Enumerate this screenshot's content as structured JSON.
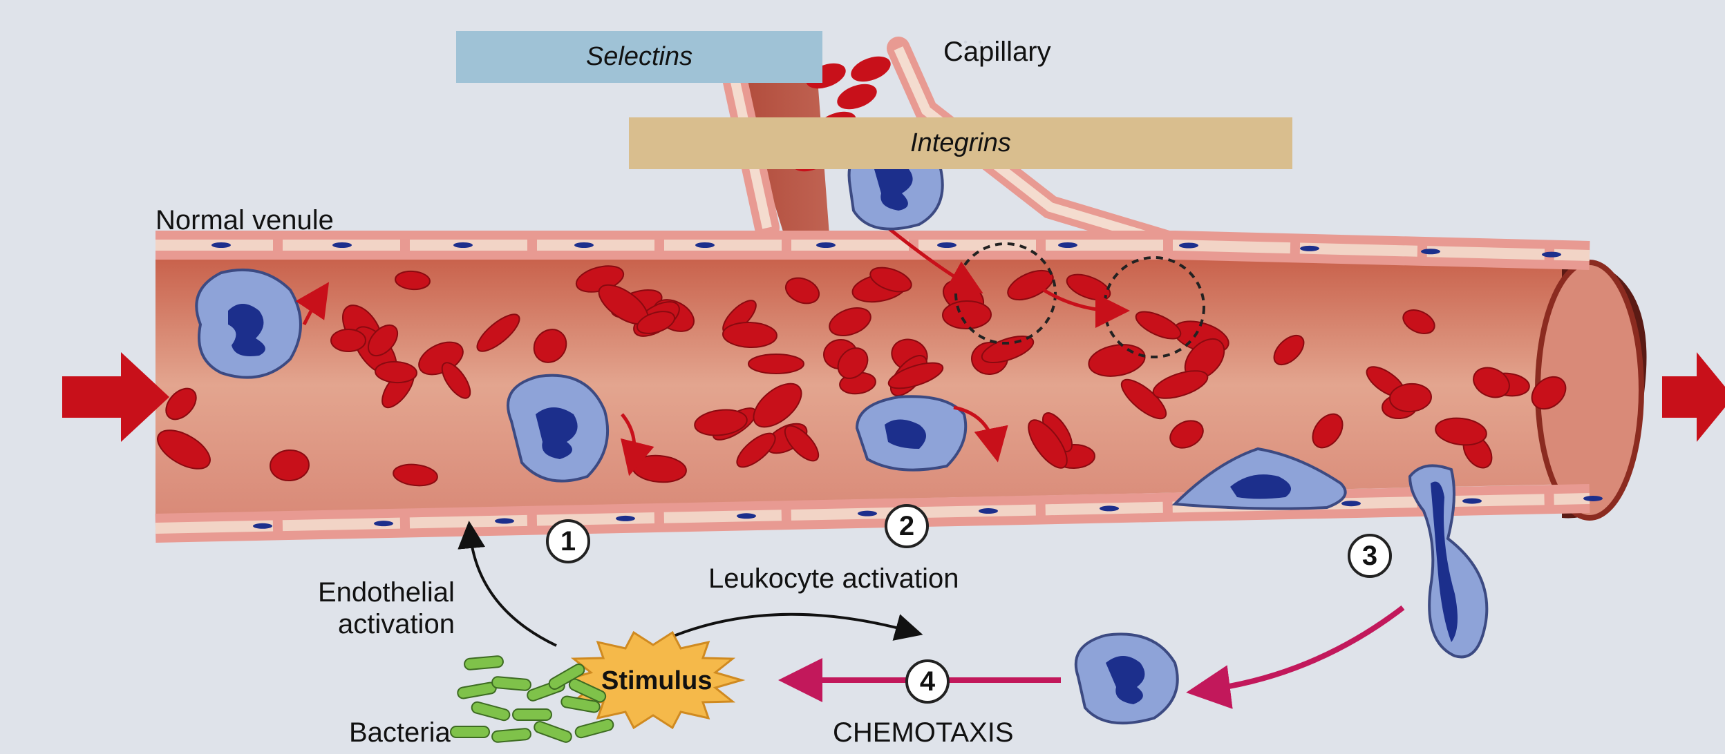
{
  "labels": {
    "selectins": "Selectins",
    "capillary": "Capillary",
    "integrins": "Integrins",
    "normal_venule": "Normal venule",
    "endothelial_activation": [
      "Endothelial",
      "activation"
    ],
    "leukocyte_activation": "Leukocyte activation",
    "stimulus": "Stimulus",
    "bacteria": "Bacteria",
    "chemotaxis": "CHEMOTAXIS"
  },
  "steps": [
    "1",
    "2",
    "3",
    "4"
  ],
  "colors": {
    "selectins_band": "#9fc2d6",
    "integrins_band": "#d9be8e",
    "vessel_wall": "#e89a92",
    "vessel_lumen": "#d98a78",
    "rbc": "#c8101a",
    "leukocyte": "#8ea3d8",
    "nucleus": "#1c2f8c",
    "flow_arrow": "#c8101a",
    "chemotaxis_arrow": "#c2185b",
    "stimulus": "#f5b94a",
    "bacteria": "#7fc24a"
  }
}
